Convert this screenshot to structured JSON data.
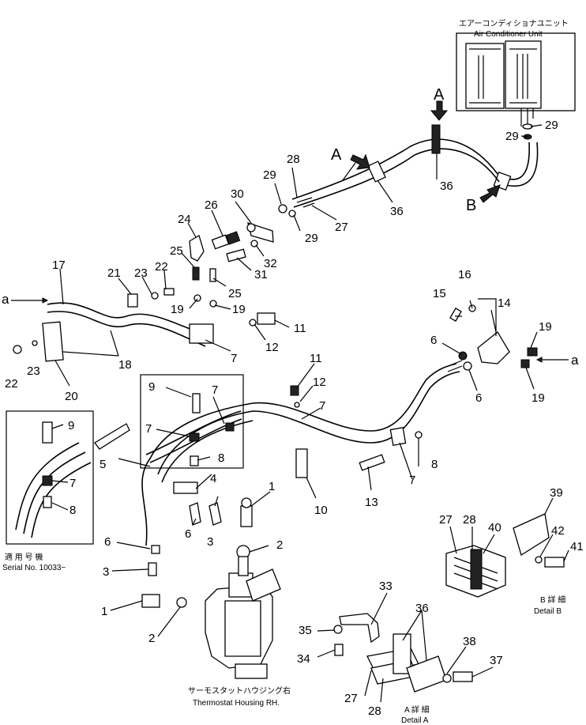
{
  "labels": {
    "air_conditioner_jp": "エアーコンディショナユニット",
    "air_conditioner_en": "Air Conditioner Unit",
    "thermostat_jp": "サーモスタットハウジング右",
    "thermostat_en": "Thermostat Housing RH.",
    "serial_jp": "適 用 号 機",
    "serial_en": "Serial No. 10033~",
    "detail_a_jp": "A 詳 細",
    "detail_a_en": "Detail A",
    "detail_b_jp": "B 詳 細",
    "detail_b_en": "Detail B",
    "arrow_a": "A",
    "arrow_a2": "A",
    "arrow_b": "B",
    "flow_a_left": "a",
    "flow_a_right": "a"
  },
  "callouts": {
    "n1a": "1",
    "n1b": "1",
    "n2a": "2",
    "n2b": "2",
    "n3a": "3",
    "n3b": "3",
    "n4": "4",
    "n5": "5",
    "n6a": "6",
    "n6b": "6",
    "n6c": "6",
    "n6d": "6",
    "n7a": "7",
    "n7b": "7",
    "n7c": "7",
    "n7d": "7",
    "n7e": "7",
    "n7f": "7",
    "n8a": "8",
    "n8b": "8",
    "n8c": "8",
    "n9a": "9",
    "n9b": "9",
    "n10": "10",
    "n11a": "11",
    "n11b": "11",
    "n12a": "12",
    "n12b": "12",
    "n13": "13",
    "n14": "14",
    "n15": "15",
    "n16": "16",
    "n17": "17",
    "n18": "18",
    "n19a": "19",
    "n19b": "19",
    "n19c": "19",
    "n19d": "19",
    "n20": "20",
    "n21": "21",
    "n22a": "22",
    "n22b": "22",
    "n23a": "23",
    "n23b": "23",
    "n24": "24",
    "n25a": "25",
    "n25b": "25",
    "n26": "26",
    "n27a": "27",
    "n27b": "27",
    "n27c": "27",
    "n28a": "28",
    "n28b": "28",
    "n28c": "28",
    "n29a": "29",
    "n29b": "29",
    "n29c": "29",
    "n29d": "29",
    "n30": "30",
    "n31": "31",
    "n32": "32",
    "n33": "33",
    "n34": "34",
    "n35": "35",
    "n36a": "36",
    "n36b": "36",
    "n36c": "36",
    "n37": "37",
    "n38": "38",
    "n39": "39",
    "n40": "40",
    "n41": "41",
    "n42": "42"
  }
}
